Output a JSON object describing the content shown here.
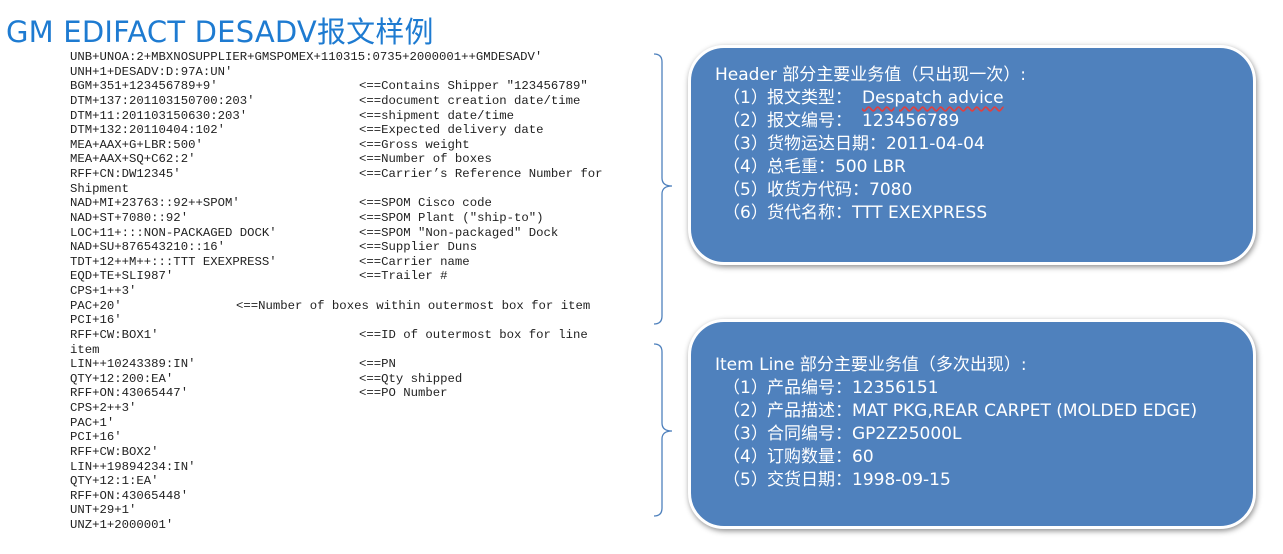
{
  "title": "GM EDIFACT DESADV报文样例",
  "code_lines": [
    {
      "code": "UNB+UNOA:2+MBXNOSUPPLIER+GMSPOMEX+110315:0735+2000001++GMDESADV'",
      "comment": ""
    },
    {
      "code": "UNH+1+DESADV:D:97A:UN'",
      "comment": ""
    },
    {
      "code": "BGM+351+123456789+9'",
      "comment": "<==Contains Shipper \"123456789\""
    },
    {
      "code": "DTM+137:201103150700:203'",
      "comment": "<==document creation date/time"
    },
    {
      "code": "DTM+11:201103150630:203'",
      "comment": "<==shipment date/time"
    },
    {
      "code": "DTM+132:20110404:102'",
      "comment": "<==Expected delivery date"
    },
    {
      "code": "MEA+AAX+G+LBR:500'",
      "comment": "<==Gross weight"
    },
    {
      "code": "MEA+AAX+SQ+C62:2'",
      "comment": "<==Number of boxes"
    },
    {
      "code": "RFF+CN:DW12345'",
      "comment": "<==Carrier’s Reference Number for"
    },
    {
      "code": "Shipment",
      "comment": ""
    },
    {
      "code": "NAD+MI+23763::92++SPOM'",
      "comment": "<==SPOM Cisco code"
    },
    {
      "code": "NAD+ST+7080::92'",
      "comment": "<==SPOM Plant (\"ship-to\")"
    },
    {
      "code": "LOC+11+:::NON-PACKAGED DOCK'",
      "comment": "<==SPOM \"Non-packaged\" Dock"
    },
    {
      "code": "NAD+SU+876543210::16'",
      "comment": "<==Supplier Duns"
    },
    {
      "code": "TDT+12++M++:::TTT EXEXPRESS'",
      "comment": "<==Carrier name"
    },
    {
      "code": "EQD+TE+SLI987'",
      "comment": "<==Trailer #"
    },
    {
      "code": "CPS+1++3'",
      "comment": ""
    },
    {
      "code": "PAC+20'",
      "comment": "<==Number of boxes within outermost box for item",
      "inline": true
    },
    {
      "code": "PCI+16'",
      "comment": ""
    },
    {
      "code": "RFF+CW:BOX1'",
      "comment": "<==ID of outermost box for line"
    },
    {
      "code": "item",
      "comment": ""
    },
    {
      "code": "LIN++10243389:IN'",
      "comment": "<==PN"
    },
    {
      "code": "QTY+12:200:EA'",
      "comment": "<==Qty shipped"
    },
    {
      "code": "RFF+ON:43065447'",
      "comment": "<==PO Number"
    },
    {
      "code": "CPS+2++3'",
      "comment": ""
    },
    {
      "code": "PAC+1'",
      "comment": ""
    },
    {
      "code": "PCI+16'",
      "comment": ""
    },
    {
      "code": "RFF+CW:BOX2'",
      "comment": ""
    },
    {
      "code": "LIN++19894234:IN'",
      "comment": ""
    },
    {
      "code": "QTY+12:1:EA'",
      "comment": ""
    },
    {
      "code": "RFF+ON:43065448'",
      "comment": ""
    },
    {
      "code": "UNT+29+1'",
      "comment": ""
    },
    {
      "code": "UNZ+1+2000001'",
      "comment": ""
    }
  ],
  "header_box": {
    "heading": "Header 部分主要业务值（只出现一次）:",
    "items": [
      {
        "num": "（1）",
        "label": "报文类型：",
        "value": "Despatch advice"
      },
      {
        "num": "（2）",
        "label": "报文编号：",
        "value": "123456789"
      },
      {
        "num": "（3）",
        "label": "货物运达日期：",
        "value": "2011-04-04"
      },
      {
        "num": "（4）",
        "label": "总毛重：",
        "value": "500 LBR"
      },
      {
        "num": "（5）",
        "label": "收货方代码：",
        "value": "7080"
      },
      {
        "num": "（6）",
        "label": "货代名称：",
        "value": "TTT EXEXPRESS"
      }
    ]
  },
  "item_box": {
    "heading": "Item Line 部分主要业务值（多次出现）:",
    "items": [
      {
        "num": "（1）",
        "label": "产品编号：",
        "value": "12356151"
      },
      {
        "num": "（2）",
        "label": "产品描述：",
        "value": "MAT PKG,REAR CARPET (MOLDED EDGE)"
      },
      {
        "num": "（3）",
        "label": "合同编号：",
        "value": "GP2Z25000L"
      },
      {
        "num": "（4）",
        "label": "订购数量：",
        "value": "60"
      },
      {
        "num": "（5）",
        "label": "交货日期：",
        "value": "1998-09-15"
      }
    ]
  },
  "colors": {
    "title": "#1e7bd1",
    "box_fill": "#4f81bd",
    "box_border": "#ffffff",
    "bracket": "#4f81bd"
  }
}
